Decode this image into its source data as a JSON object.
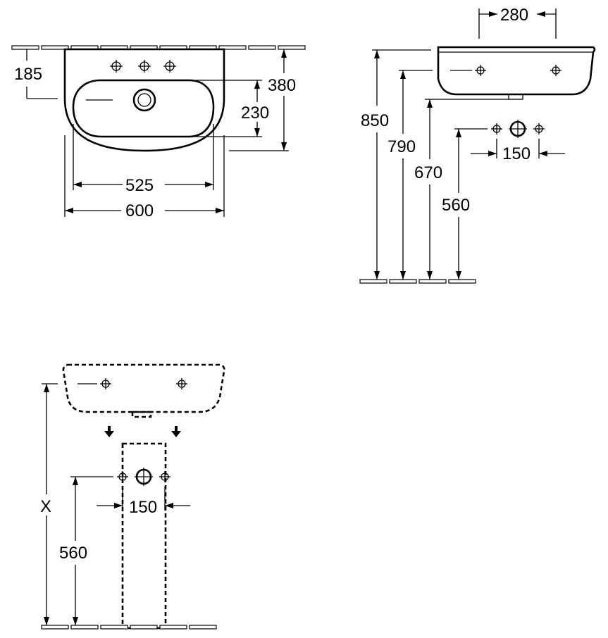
{
  "front_view": {
    "dimensions": {
      "tap_hole_height": "185",
      "bowl_depth": "230",
      "total_depth": "380",
      "bowl_width": "525",
      "total_width": "600"
    }
  },
  "side_view": {
    "dimensions": {
      "rear_width": "280",
      "rim_height": "850",
      "hole_height": "790",
      "trap_height": "670",
      "supply_height": "560",
      "supply_spacing": "150"
    }
  },
  "pedestal_view": {
    "dimensions": {
      "variable_height": "X",
      "supply_height": "560",
      "supply_spacing": "150"
    }
  }
}
